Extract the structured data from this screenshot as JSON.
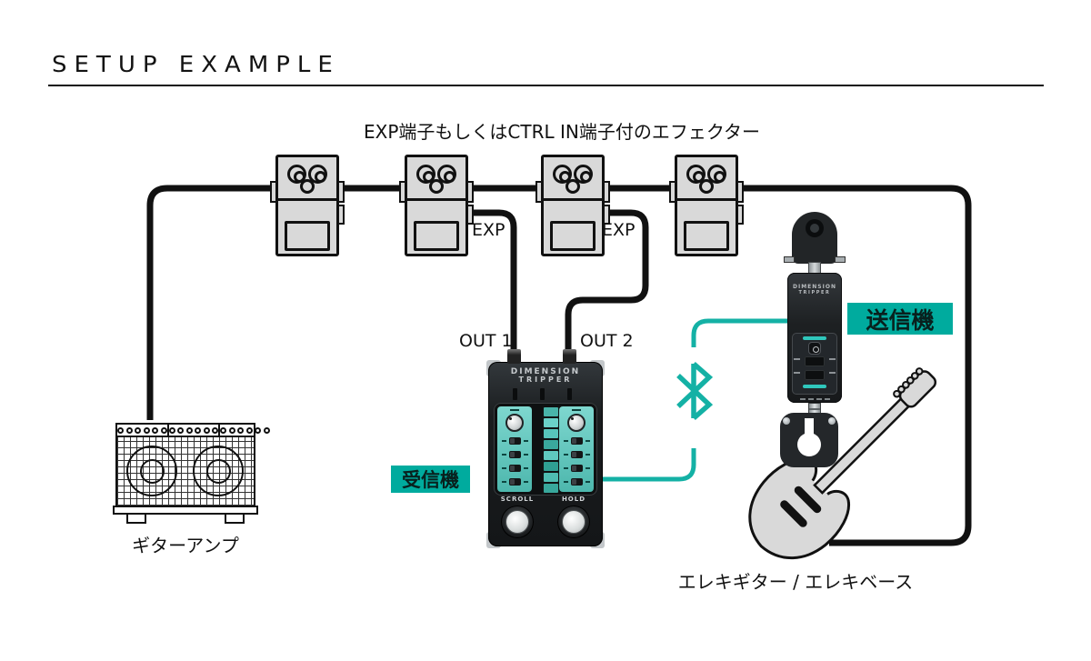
{
  "title": "SETUP EXAMPLE",
  "caption": "EXP端子もしくはCTRL IN端子付のエフェクター",
  "labels": {
    "exp_pedal2": "EXP",
    "exp_pedal3": "EXP",
    "out1": "OUT 1",
    "out2": "OUT 2",
    "receiver": "受信機",
    "transmitter": "送信機",
    "amp": "ギターアンプ",
    "guitar": "エレキギター / エレキベース"
  },
  "receiver_device": {
    "brand_line1": "DIMENSION",
    "brand_line2": "TRIPPER",
    "footswitch_left": "SCROLL",
    "footswitch_right": "HOLD"
  },
  "transmitter_device": {
    "brand_line1": "DIMENSION",
    "brand_line2": "TRIPPER"
  },
  "colors": {
    "accent_teal": "#00ab9e",
    "line_teal": "#14b1a5",
    "cable_black": "#111111",
    "pedal_gray": "#d9d9d9"
  }
}
